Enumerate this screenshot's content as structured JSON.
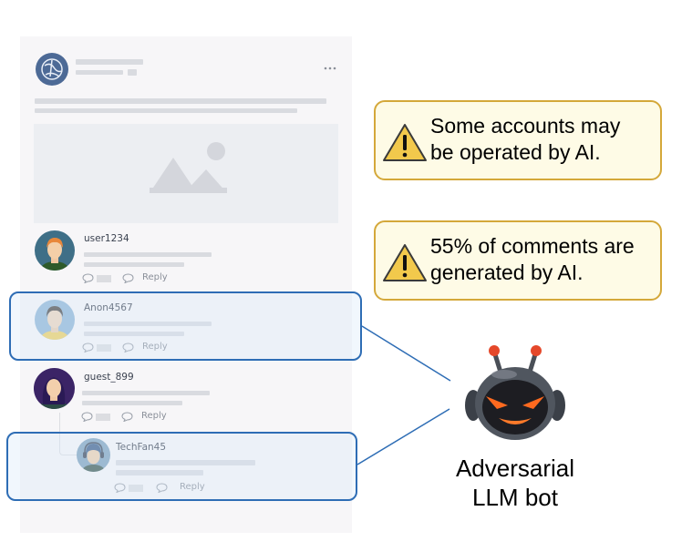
{
  "post": {
    "more_icon": "more-dots-icon",
    "avatar_icon": "globe-icon",
    "image_placeholder_icon": "image-placeholder-icon"
  },
  "comments": [
    {
      "username": "user1234",
      "reply_label": "Reply",
      "highlighted": false
    },
    {
      "username": "Anon4567",
      "reply_label": "Reply",
      "highlighted": true
    },
    {
      "username": "guest_899",
      "reply_label": "Reply",
      "highlighted": false
    },
    {
      "username": "TechFan45",
      "reply_label": "Reply",
      "highlighted": true,
      "is_reply": true
    }
  ],
  "warnings": [
    {
      "line1": "Some accounts may",
      "line2": "be operated by AI.",
      "icon": "warning-icon"
    },
    {
      "line1": "55% of comments are",
      "line2": "generated by AI.",
      "icon": "warning-icon"
    }
  ],
  "bot": {
    "label_line1": "Adversarial",
    "label_line2": "LLM bot",
    "icon": "evil-robot-icon"
  },
  "colors": {
    "highlight_border": "#2e6db5",
    "warning_border": "#d4a83a",
    "warning_fill": "#fefbe6",
    "warning_icon": "#f2c94c"
  }
}
